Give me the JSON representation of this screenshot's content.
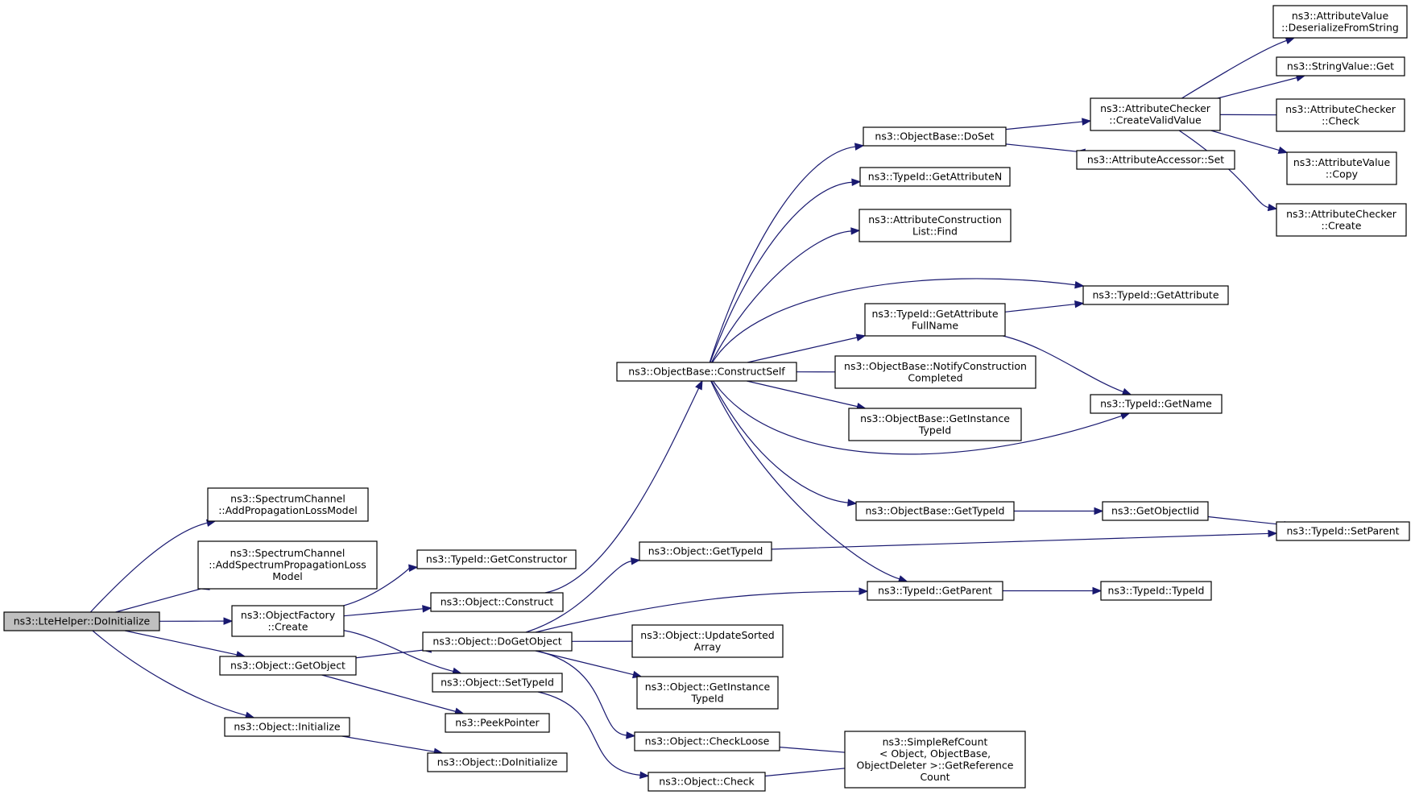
{
  "nodes": [
    {
      "id": "n0",
      "lines": [
        "ns3::LteHelper::DoInitialize"
      ],
      "root": true
    },
    {
      "id": "n1",
      "lines": [
        "ns3::SpectrumChannel",
        "::AddPropagationLossModel"
      ]
    },
    {
      "id": "n2",
      "lines": [
        "ns3::SpectrumChannel",
        "::AddSpectrumPropagationLoss",
        "Model"
      ]
    },
    {
      "id": "n3",
      "lines": [
        "ns3::ObjectFactory",
        "::Create"
      ]
    },
    {
      "id": "n4",
      "lines": [
        "ns3::Object::GetObject"
      ]
    },
    {
      "id": "n5",
      "lines": [
        "ns3::Object::Initialize"
      ]
    },
    {
      "id": "n6",
      "lines": [
        "ns3::TypeId::GetConstructor"
      ]
    },
    {
      "id": "n7",
      "lines": [
        "ns3::Object::Construct"
      ]
    },
    {
      "id": "n8",
      "lines": [
        "ns3::Object::SetTypeId"
      ]
    },
    {
      "id": "n9",
      "lines": [
        "ns3::Object::DoGetObject"
      ]
    },
    {
      "id": "n10",
      "lines": [
        "ns3::PeekPointer"
      ]
    },
    {
      "id": "n11",
      "lines": [
        "ns3::Object::DoInitialize"
      ]
    },
    {
      "id": "n12",
      "lines": [
        "ns3::ObjectBase::ConstructSelf"
      ]
    },
    {
      "id": "n13",
      "lines": [
        "ns3::Object::GetTypeId"
      ]
    },
    {
      "id": "n14",
      "lines": [
        "ns3::Object::UpdateSorted",
        "Array"
      ]
    },
    {
      "id": "n15",
      "lines": [
        "ns3::Object::GetInstance",
        "TypeId"
      ]
    },
    {
      "id": "n16",
      "lines": [
        "ns3::Object::CheckLoose"
      ]
    },
    {
      "id": "n17",
      "lines": [
        "ns3::Object::Check"
      ]
    },
    {
      "id": "n18",
      "lines": [
        "ns3::ObjectBase::DoSet"
      ]
    },
    {
      "id": "n19",
      "lines": [
        "ns3::TypeId::GetAttributeN"
      ]
    },
    {
      "id": "n20",
      "lines": [
        "ns3::AttributeConstruction",
        "List::Find"
      ]
    },
    {
      "id": "n21",
      "lines": [
        "ns3::TypeId::GetAttribute",
        "FullName"
      ]
    },
    {
      "id": "n22",
      "lines": [
        "ns3::ObjectBase::NotifyConstruction",
        "Completed"
      ]
    },
    {
      "id": "n23",
      "lines": [
        "ns3::ObjectBase::GetInstance",
        "TypeId"
      ]
    },
    {
      "id": "n24",
      "lines": [
        "ns3::ObjectBase::GetTypeId"
      ]
    },
    {
      "id": "n25",
      "lines": [
        "ns3::TypeId::GetParent"
      ]
    },
    {
      "id": "n26",
      "lines": [
        "ns3::SimpleRefCount",
        "< Object, ObjectBase,",
        " ObjectDeleter >::GetReference",
        "Count"
      ]
    },
    {
      "id": "n27",
      "lines": [
        "ns3::AttributeChecker",
        "::CreateValidValue"
      ]
    },
    {
      "id": "n28",
      "lines": [
        "ns3::AttributeAccessor::Set"
      ]
    },
    {
      "id": "n29",
      "lines": [
        "ns3::TypeId::GetAttribute"
      ]
    },
    {
      "id": "n30",
      "lines": [
        "ns3::TypeId::GetName"
      ]
    },
    {
      "id": "n31",
      "lines": [
        "ns3::GetObjectIid"
      ]
    },
    {
      "id": "n32",
      "lines": [
        "ns3::TypeId::TypeId"
      ]
    },
    {
      "id": "n33",
      "lines": [
        "ns3::AttributeValue",
        "::DeserializeFromString"
      ]
    },
    {
      "id": "n34",
      "lines": [
        "ns3::StringValue::Get"
      ]
    },
    {
      "id": "n35",
      "lines": [
        "ns3::AttributeChecker",
        "::Check"
      ]
    },
    {
      "id": "n36",
      "lines": [
        "ns3::AttributeValue",
        "::Copy"
      ]
    },
    {
      "id": "n37",
      "lines": [
        "ns3::AttributeChecker",
        "::Create"
      ]
    },
    {
      "id": "n38",
      "lines": [
        "ns3::TypeId::SetParent"
      ]
    }
  ]
}
